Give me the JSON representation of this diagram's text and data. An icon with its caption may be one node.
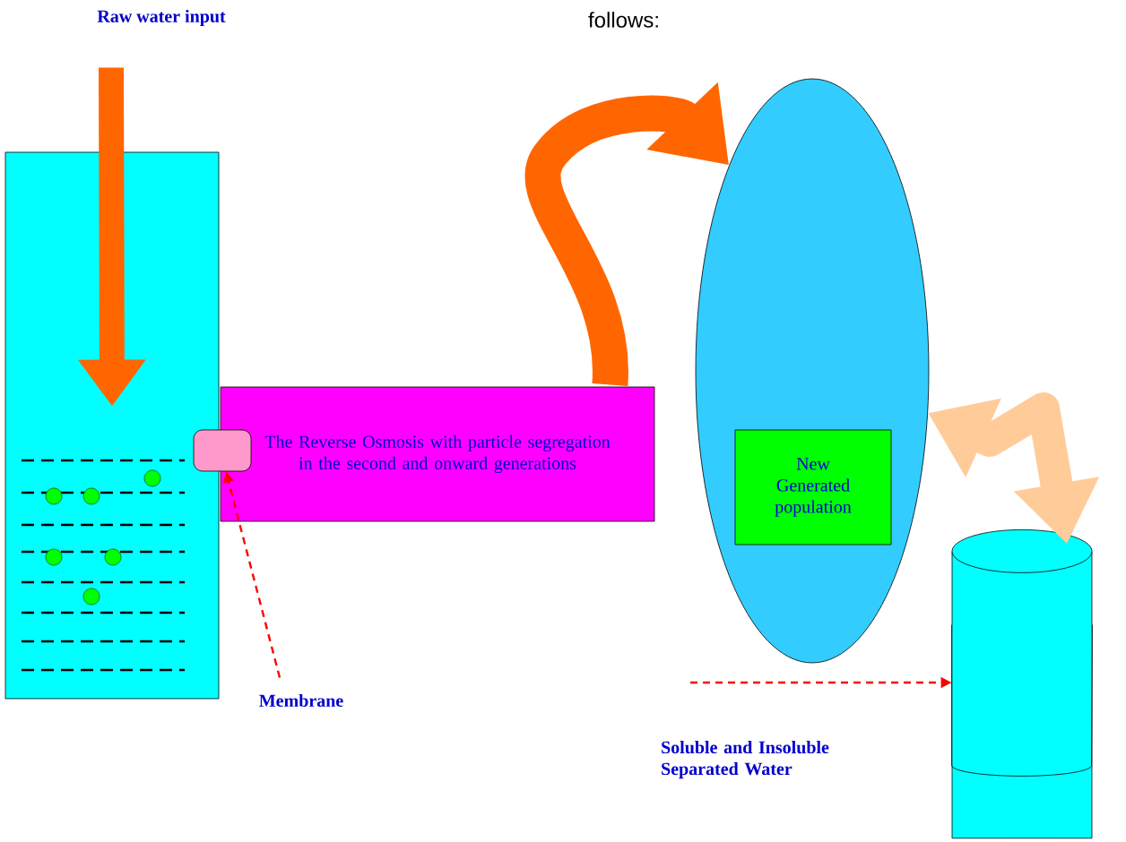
{
  "diagram": {
    "nodes": [
      {
        "text": [
          "Raw water input"
        ]
      },
      {
        "text": [],
        "shape": "box"
      },
      {
        "text": [
          "The Reverse Osmosis with particle segregation in the second and onward generations"
        ]
      },
      {
        "text": [],
        "shape": "box"
      },
      {
        "text": [
          "Membrane"
        ]
      },
      {
        "text": [],
        "shape": "ellipse"
      },
      {
        "text": [
          "New Generated population"
        ],
        "in": 5
      },
      {
        "text": [],
        "shape": "cylinder"
      }
    ],
    "edges": [
      {
        "from": 0,
        "to": 1,
        "arrow": "to",
        "color": "#ff6600"
      },
      {
        "from": 2,
        "to": 5,
        "arrow": "to",
        "color": "#ff6600"
      },
      {
        "from": 5,
        "to": 7,
        "arrow": "both",
        "color": "#ffcc99"
      },
      {
        "from": 4,
        "to": 3,
        "arrow": "to",
        "style": "dashed",
        "color": "#ff0000"
      },
      {
        "from": null,
        "to": 7,
        "arrow": "to",
        "style": "dashed",
        "color": "#ff0000"
      }
    ],
    "labels": [
      "follows:",
      "Soluble and Insoluble Separated Water"
    ]
  }
}
